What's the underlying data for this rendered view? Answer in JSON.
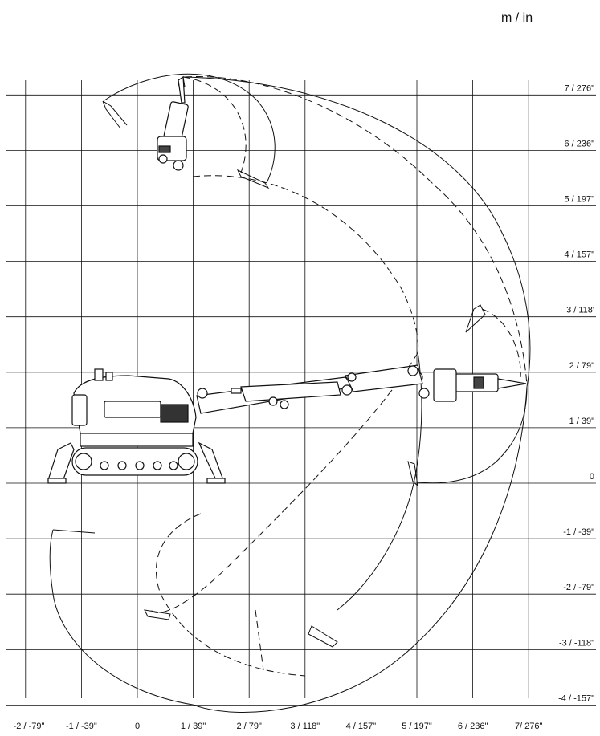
{
  "units_label": "m / in",
  "y_axis": {
    "labels": [
      "7 / 276\"",
      "6 / 236\"",
      "5 / 197\"",
      "4 / 157\"",
      "3 / 118'",
      "2 / 79\"",
      "1 / 39\"",
      "0",
      "-1 / -39\"",
      "-2 / -79\"",
      "-3 / -118\"",
      "-4 / -157\""
    ],
    "values": [
      7,
      6,
      5,
      4,
      3,
      2,
      1,
      0,
      -1,
      -2,
      -3,
      -4
    ]
  },
  "x_axis": {
    "labels": [
      "-2 / -79\"",
      "-1 / -39\"",
      "0",
      "1 / 39\"",
      "2 / 79\"",
      "3 / 118\"",
      "4 / 157\"",
      "5 / 197\"",
      "6 / 236\"",
      "7/ 276\""
    ],
    "values": [
      -2,
      -1,
      0,
      1,
      2,
      3,
      4,
      5,
      6,
      7
    ]
  },
  "colors": {
    "line": "#111111",
    "grid": "#111111",
    "background": "#ffffff"
  }
}
